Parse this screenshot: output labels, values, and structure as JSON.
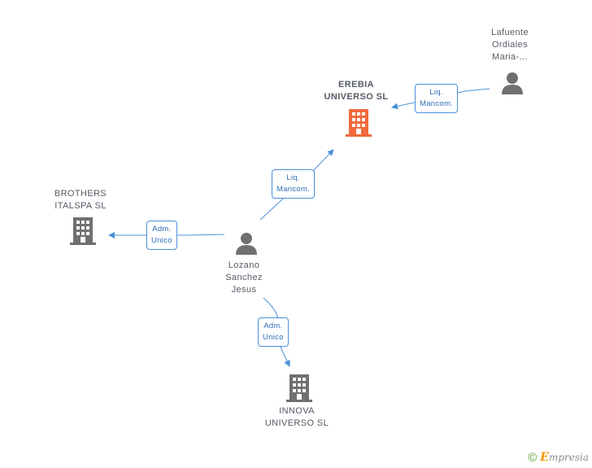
{
  "colors": {
    "edge": "#4a90d9",
    "focus_company": "#f26a3d",
    "company": "#707070",
    "person": "#707070",
    "footer_green": "#5aa02c",
    "footer_orange": "#f29400"
  },
  "nodes": {
    "erebia": {
      "type": "company",
      "focus": true,
      "icon": "building-icon",
      "lines": [
        "EREBIA",
        "UNIVERSO SL"
      ]
    },
    "lafuente": {
      "type": "person",
      "icon": "person-icon",
      "lines": [
        "Lafuente",
        "Ordiales",
        "Maria-..."
      ]
    },
    "brothers": {
      "type": "company",
      "icon": "building-icon",
      "lines": [
        "BROTHERS",
        "ITALSPA SL"
      ]
    },
    "lozano": {
      "type": "person",
      "icon": "person-icon",
      "lines": [
        "Lozano",
        "Sanchez",
        "Jesus"
      ]
    },
    "innova": {
      "type": "company",
      "icon": "building-icon",
      "lines": [
        "INNOVA",
        "UNIVERSO SL"
      ]
    }
  },
  "edges": {
    "lafuente_erebia": {
      "lines": [
        "Liq.",
        "Mancom."
      ]
    },
    "lozano_erebia": {
      "lines": [
        "Liq.",
        "Mancom."
      ]
    },
    "lozano_brothers": {
      "lines": [
        "Adm.",
        "Unico"
      ]
    },
    "lozano_innova": {
      "lines": [
        "Adm.",
        "Unico"
      ]
    }
  },
  "footer": {
    "copyright": "©",
    "brand_initial": "E",
    "brand_rest": "mpresia"
  }
}
